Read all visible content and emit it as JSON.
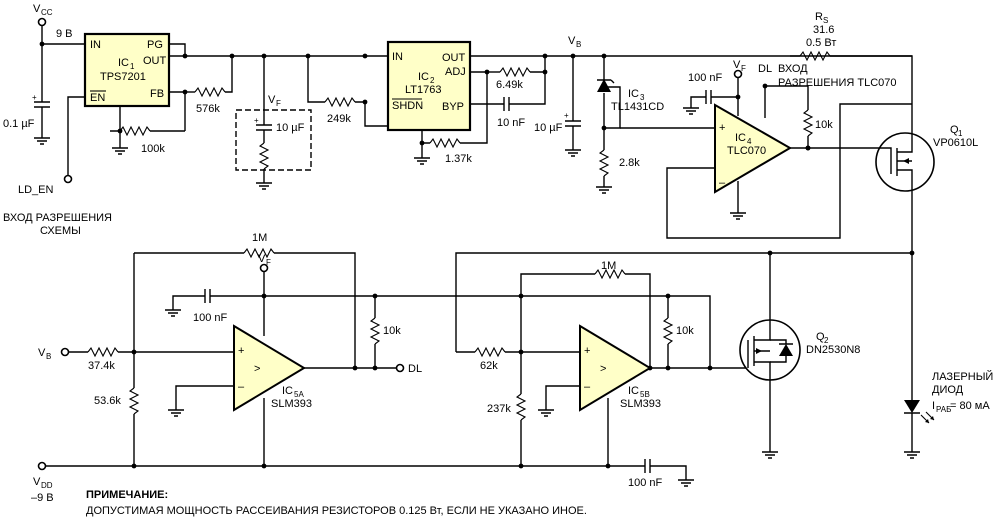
{
  "labels": {
    "vcc": "V",
    "vcc_sub": "CC",
    "v9": "9 В",
    "cap_01": "0.1 µF",
    "ld_en": "LD_EN",
    "enable_caption_1": "ВХОД РАЗРЕШЕНИЯ",
    "enable_caption_2": "СХЕМЫ",
    "ic1_in": "IN",
    "ic1_pg": "PG",
    "ic1_name": "IC",
    "ic1_sub": "1",
    "ic1_part": "TPS7201",
    "ic1_out": "OUT",
    "ic1_en": "EN",
    "ic1_fb": "FB",
    "r_576k": "576k",
    "r_100k": "100k",
    "vf_1": "V",
    "vf_sub": "F",
    "cap_10uF_a": "10 µF",
    "r_249k": "249k",
    "ic2_in": "IN",
    "ic2_out": "OUT",
    "ic2_adj": "ADJ",
    "ic2_name": "IC",
    "ic2_sub": "2",
    "ic2_part": "LT1763",
    "ic2_shdn": "SHDN",
    "ic2_byp": "BYP",
    "r_137k": "1.37k",
    "r_649k": "6.49k",
    "cap_10nF": "10 nF",
    "vb": "V",
    "vb_sub": "B",
    "cap_10uF_b": "10 µF",
    "ic3_name": "IC",
    "ic3_sub": "3",
    "ic3_part": "TL1431CD",
    "r_28k": "2.8k",
    "cap_100nF_a": "100 nF",
    "vf_2": "V",
    "dl_1": "DL",
    "input_enable_1": "ВХОД",
    "input_enable_2": "РАЗРЕШЕНИЯ TLC070",
    "ic4_name": "IC",
    "ic4_sub": "4",
    "ic4_part": "TLC070",
    "r_10k_a": "10k",
    "rs": "R",
    "rs_sub": "S",
    "rs_val": "31.6",
    "rs_pwr": "0.5 Вт",
    "q1_name": "Q",
    "q1_sub": "1",
    "q1_part": "VP0610L",
    "r_1M_a": "1M",
    "vf_3": "V",
    "cap_100nF_b": "100 nF",
    "r_10k_b": "10k",
    "vb_in": "V",
    "vb_in_sub": "B",
    "r_374k": "37.4k",
    "r_536k": "53.6k",
    "ic5a_name": "IC",
    "ic5a_sub": "5A",
    "ic5a_part": "SLM393",
    "dl_2": "DL",
    "r_1M_b": "1M",
    "r_62k": "62k",
    "r_10k_c": "10k",
    "r_237k": "237k",
    "ic5b_name": "IC",
    "ic5b_sub": "5B",
    "ic5b_part": "SLM393",
    "q2_name": "Q",
    "q2_sub": "2",
    "q2_part": "DN2530N8",
    "laser_1": "ЛАЗЕРНЫЙ",
    "laser_2": "ДИОД",
    "laser_i": "I",
    "laser_i_sub": "РАБ",
    "laser_i_val": " = 80 мА",
    "cap_100nF_c": "100 nF",
    "vdd": "V",
    "vdd_sub": "DD",
    "vdd_val": "–9 В",
    "note_title": "ПРИМЕЧАНИЕ:",
    "note_text": "ДОПУСТИМАЯ МОЩНОСТЬ РАССЕИВАНИЯ РЕЗИСТОРОВ 0.125 Вт, ЕСЛИ НЕ УКАЗАНО ИНОЕ."
  }
}
